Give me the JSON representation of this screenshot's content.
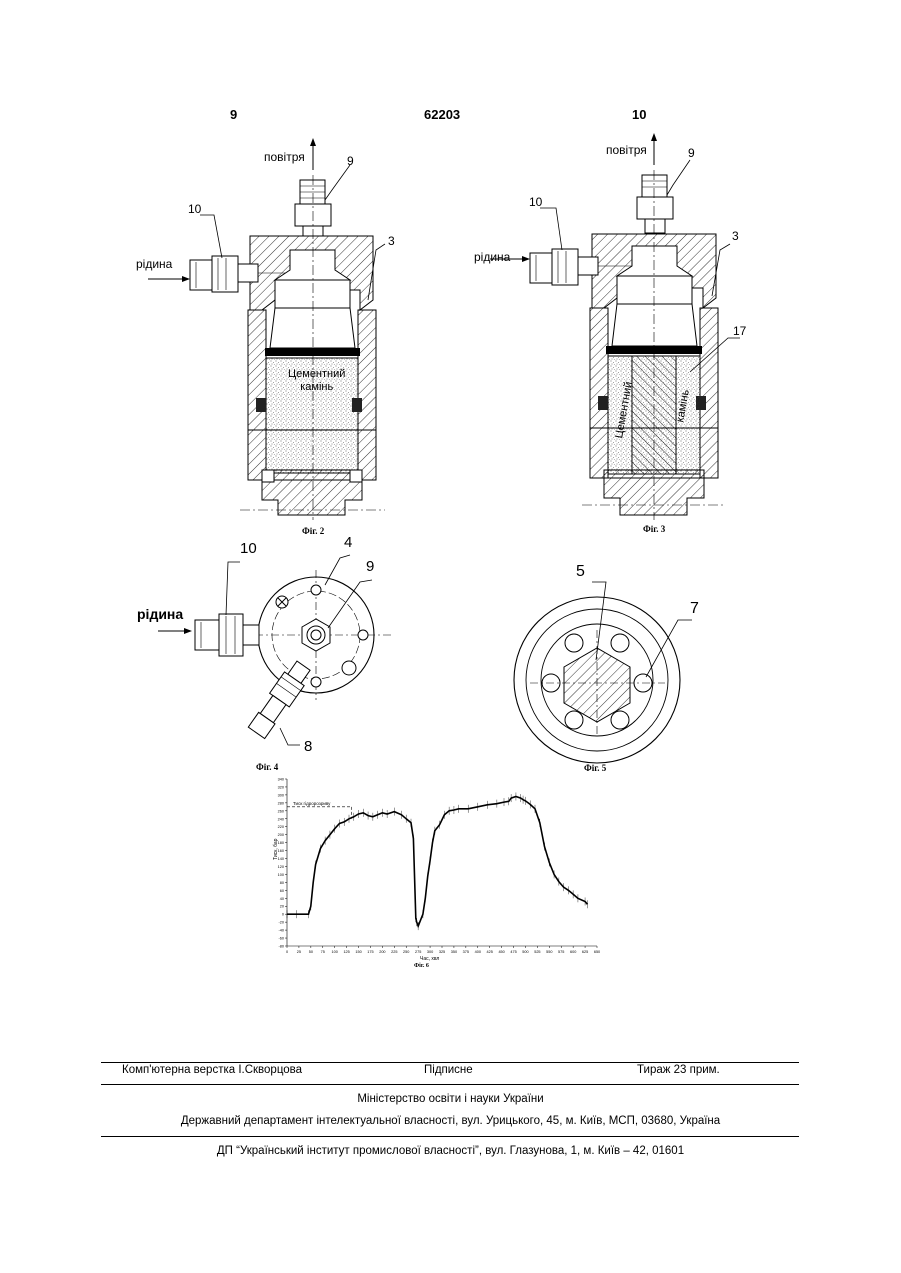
{
  "header": {
    "left_page": "9",
    "patent_number": "62203",
    "right_page": "10"
  },
  "figures": {
    "fig2": {
      "caption": "Фіг. 2",
      "labels": {
        "air": "повітря",
        "liquid": "рідина",
        "n9": "9",
        "n10": "10",
        "n3": "3"
      },
      "material_line1": "Цементний",
      "material_line2": "камінь"
    },
    "fig3": {
      "caption": "Фіг. 3",
      "labels": {
        "air": "повітря",
        "liquid": "рідина",
        "n9": "9",
        "n10": "10",
        "n3": "3",
        "n17": "17"
      },
      "material_left": "Цементний",
      "material_right": "камінь"
    },
    "fig4": {
      "caption": "Фіг. 4",
      "labels": {
        "n10": "10",
        "n4": "4",
        "n9": "9",
        "n8": "8",
        "liquid": "рідина"
      }
    },
    "fig5": {
      "caption": "Фіг. 5",
      "labels": {
        "n5": "5",
        "n7": "7"
      }
    },
    "fig6": {
      "caption": "Фіг. 6",
      "xlabel": "Час, хвл",
      "ylabel": "Тиск, бар",
      "annotation": "Тиск гідророзриву"
    }
  },
  "chart_data": {
    "type": "line",
    "title": "",
    "xlabel": "Час, хвл",
    "ylabel": "Тиск, бар",
    "xlim": [
      0,
      650
    ],
    "ylim": [
      -80,
      340
    ],
    "x_ticks": [
      "0",
      "25",
      "50",
      "75",
      "100",
      "125",
      "150",
      "175",
      "200",
      "225",
      "250",
      "275",
      "300",
      "325",
      "350",
      "375",
      "400",
      "425",
      "450",
      "475",
      "500",
      "525",
      "550",
      "575",
      "600",
      "625",
      "650"
    ],
    "y_ticks": [
      "-80",
      "-60",
      "-40",
      "-20",
      "0",
      "20",
      "40",
      "60",
      "80",
      "100",
      "120",
      "140",
      "160",
      "180",
      "200",
      "220",
      "240",
      "260",
      "280",
      "300",
      "320",
      "340"
    ],
    "annotation": {
      "text": "Тиск гідророзриву",
      "y": 270
    },
    "series": [
      {
        "x": [
          0,
          20,
          45,
          50,
          55,
          60,
          70,
          80,
          90,
          100,
          110,
          120,
          130,
          140,
          150,
          160,
          170,
          180,
          190,
          200,
          210,
          225,
          240,
          250,
          260,
          265,
          270,
          272,
          275,
          285,
          290,
          295,
          300,
          305,
          310,
          320,
          330,
          340,
          350,
          360,
          380,
          400,
          420,
          440,
          455,
          465,
          470,
          480,
          490,
          495,
          500,
          510,
          520,
          530,
          540,
          550,
          560,
          570,
          580,
          590,
          600,
          610,
          625,
          630
        ],
        "y": [
          0,
          0,
          0,
          20,
          80,
          125,
          165,
          185,
          200,
          215,
          228,
          232,
          240,
          245,
          252,
          255,
          248,
          245,
          250,
          255,
          252,
          258,
          250,
          240,
          230,
          190,
          -10,
          -20,
          -30,
          0,
          40,
          95,
          135,
          180,
          210,
          225,
          250,
          260,
          262,
          265,
          265,
          270,
          275,
          278,
          282,
          284,
          292,
          296,
          292,
          288,
          285,
          276,
          265,
          230,
          170,
          130,
          100,
          82,
          68,
          60,
          50,
          40,
          32,
          25
        ]
      }
    ]
  },
  "footer": {
    "layout": "Комп'ютерна верстка І.Скворцова",
    "signed": "Підписне",
    "circulation": "Тираж 23 прим.",
    "ministry": "Міністерство освіти і науки України",
    "department": "Державний департамент інтелектуальної власності, вул. Урицького, 45, м. Київ, МСП, 03680, Україна",
    "institute": "ДП “Український інститут промислової власності”, вул. Глазунова, 1, м. Київ – 42, 01601"
  }
}
